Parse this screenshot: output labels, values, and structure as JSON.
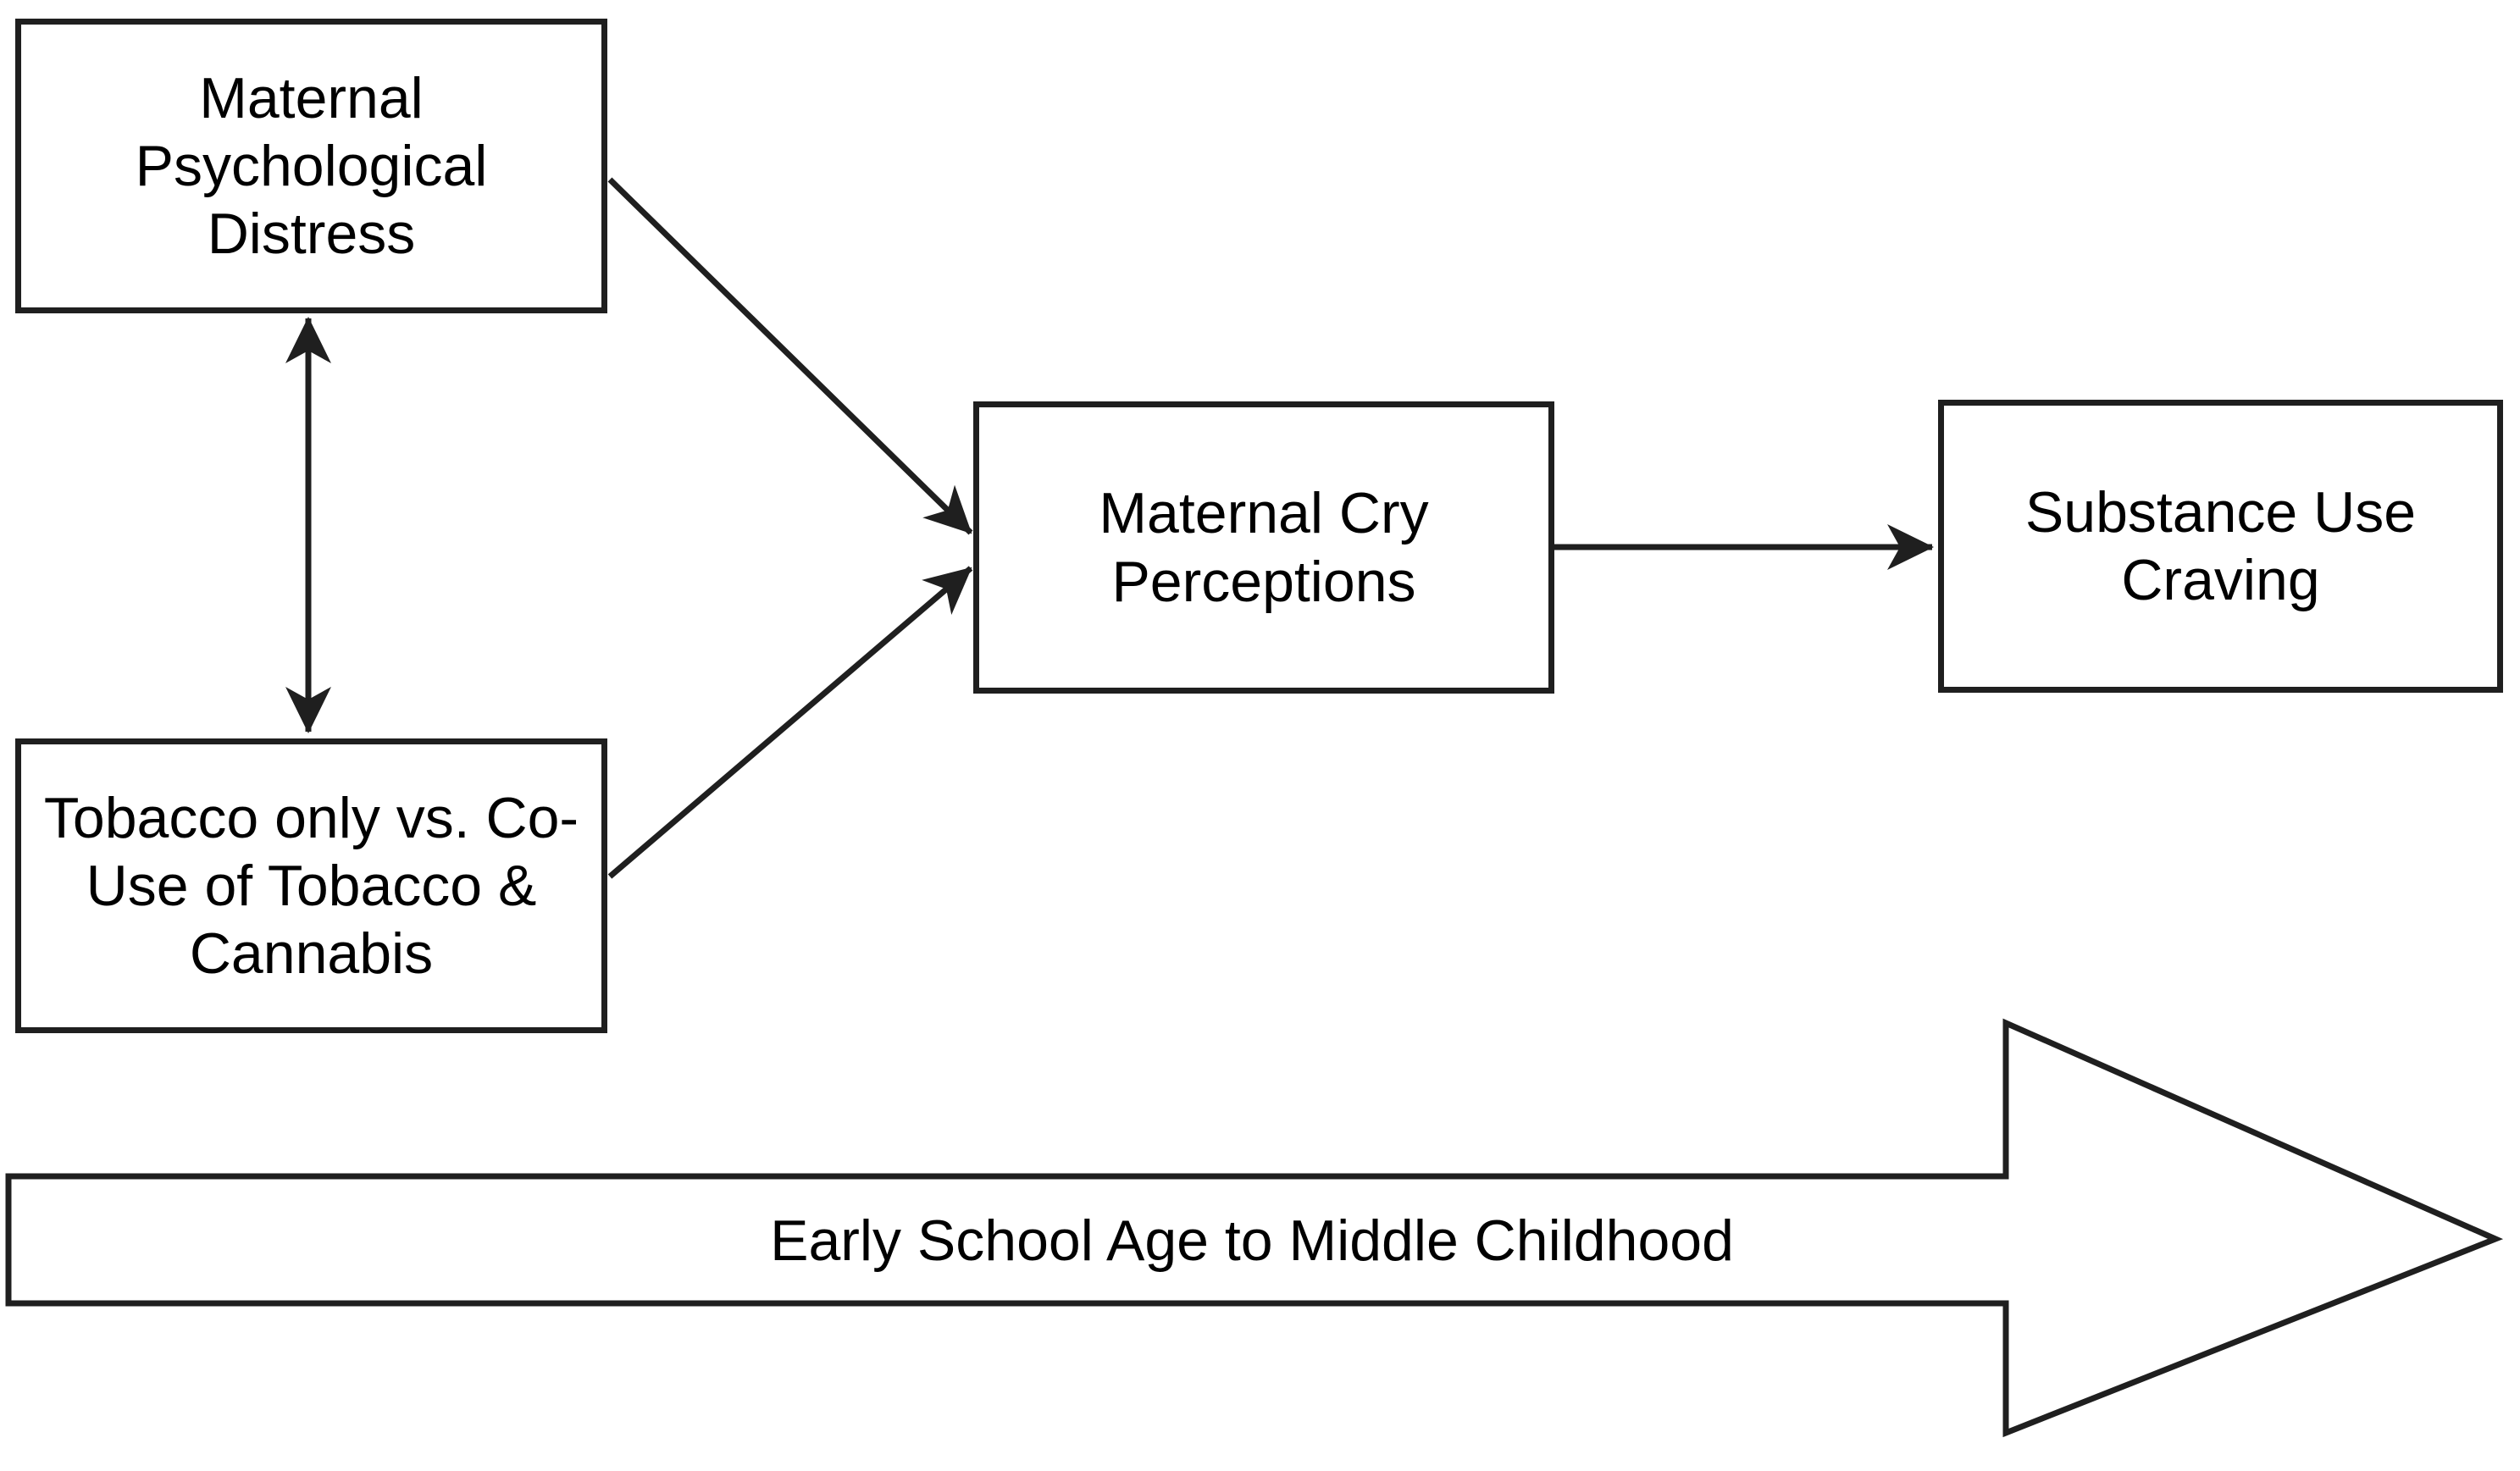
{
  "figure": {
    "type": "conceptual-path-diagram",
    "background_color": "#ffffff",
    "line_color": "#1f1f1f",
    "text_color": "#000000",
    "boxes": [
      {
        "id": "maternal-psychological-distress",
        "label": "Maternal\nPsychological\nDistress"
      },
      {
        "id": "tobacco-co-use",
        "label": "Tobacco only vs. Co-\nUse of Tobacco &\nCannabis"
      },
      {
        "id": "maternal-cry-perceptions",
        "label": "Maternal Cry\nPerceptions"
      },
      {
        "id": "substance-use-craving",
        "label": "Substance Use\nCraving"
      }
    ],
    "edges": [
      {
        "from": "maternal-psychological-distress",
        "to": "tobacco-co-use",
        "style": "double-headed"
      },
      {
        "from": "maternal-psychological-distress",
        "to": "maternal-cry-perceptions",
        "style": "single-headed"
      },
      {
        "from": "tobacco-co-use",
        "to": "maternal-cry-perceptions",
        "style": "single-headed"
      },
      {
        "from": "maternal-cry-perceptions",
        "to": "substance-use-craving",
        "style": "single-headed"
      }
    ],
    "timeline_arrow": {
      "label": "Early School Age to Middle Childhood",
      "direction": "right"
    }
  }
}
